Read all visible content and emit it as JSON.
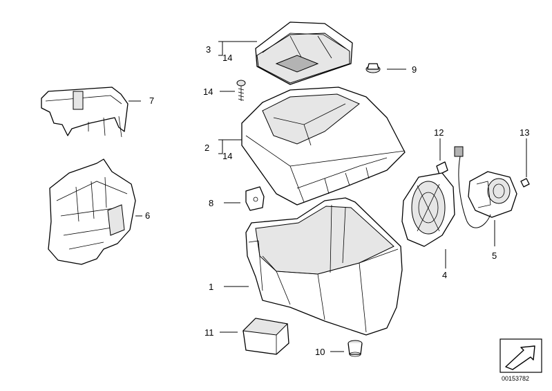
{
  "callouts": {
    "c1": "1",
    "c2": "2",
    "c2_sub": "14",
    "c3": "3",
    "c3_sub": "14",
    "c4": "4",
    "c5": "5",
    "c6": "6",
    "c7": "7",
    "c8": "8",
    "c9": "9",
    "c10": "10",
    "c11": "11",
    "c12": "12",
    "c13": "13",
    "c14": "14"
  },
  "reference_number": "00153782",
  "colors": {
    "line": "#000000",
    "background": "#ffffff",
    "shade": "#e6e6e6"
  }
}
